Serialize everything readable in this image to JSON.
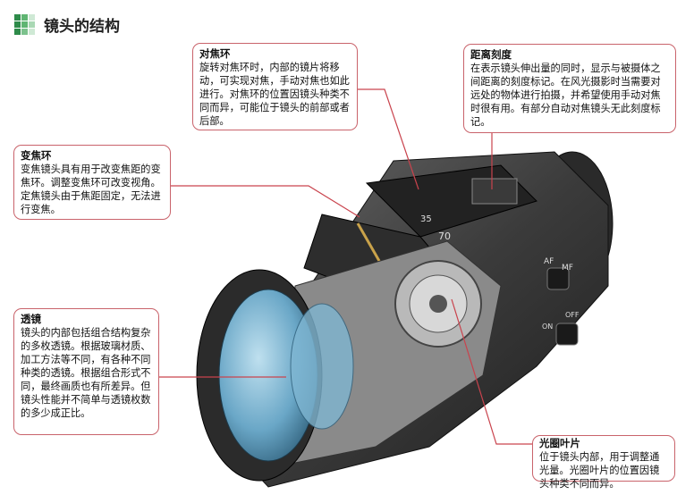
{
  "title": "镜头的结构",
  "colors": {
    "accent_line": "#c9434d",
    "logo_green_dark": "#2e8b4a",
    "logo_green_light": "#a9d8b4",
    "lens_glass": "#6aa7c7",
    "lens_body": "#4a4a4a"
  },
  "callouts": {
    "focus_ring": {
      "heading": "对焦环",
      "body": "旋转对焦环时，内部的镜片将移动，可实现对焦，手动对焦也如此进行。对焦环的位置因镜头种类不同而异，可能位于镜头的前部或者后部。"
    },
    "distance_scale": {
      "heading": "距离刻度",
      "body": "在表示镜头伸出量的同时，显示与被摄体之间距离的刻度标记。在风光摄影时当需要对远处的物体进行拍摄，并希望使用手动对焦时很有用。有部分自动对焦镜头无此刻度标记。"
    },
    "zoom_ring": {
      "heading": "变焦环",
      "body": "变焦镜头具有用于改变焦距的变焦环。调整变焦环可改变视角。定焦镜头由于焦距固定，无法进行变焦。"
    },
    "lens_elements": {
      "heading": "透镜",
      "body": "镜头的内部包括组合结构复杂的多枚透镜。根据玻璃材质、加工方法等不同，有各种不同种类的透镜。根据组合形式不同，最终画质也有所差异。但镜头性能并不简单与透镜枚数的多少成正比。"
    },
    "aperture_blades": {
      "heading": "光圈叶片",
      "body": "位于镜头内部，用于调整通光量。光圈叶片的位置因镜头种类不同而异。"
    }
  },
  "lens_markings": {
    "af": "AF",
    "mf": "MF",
    "on": "ON",
    "off": "OFF",
    "zoom_70": "70",
    "zoom_35": "35"
  }
}
